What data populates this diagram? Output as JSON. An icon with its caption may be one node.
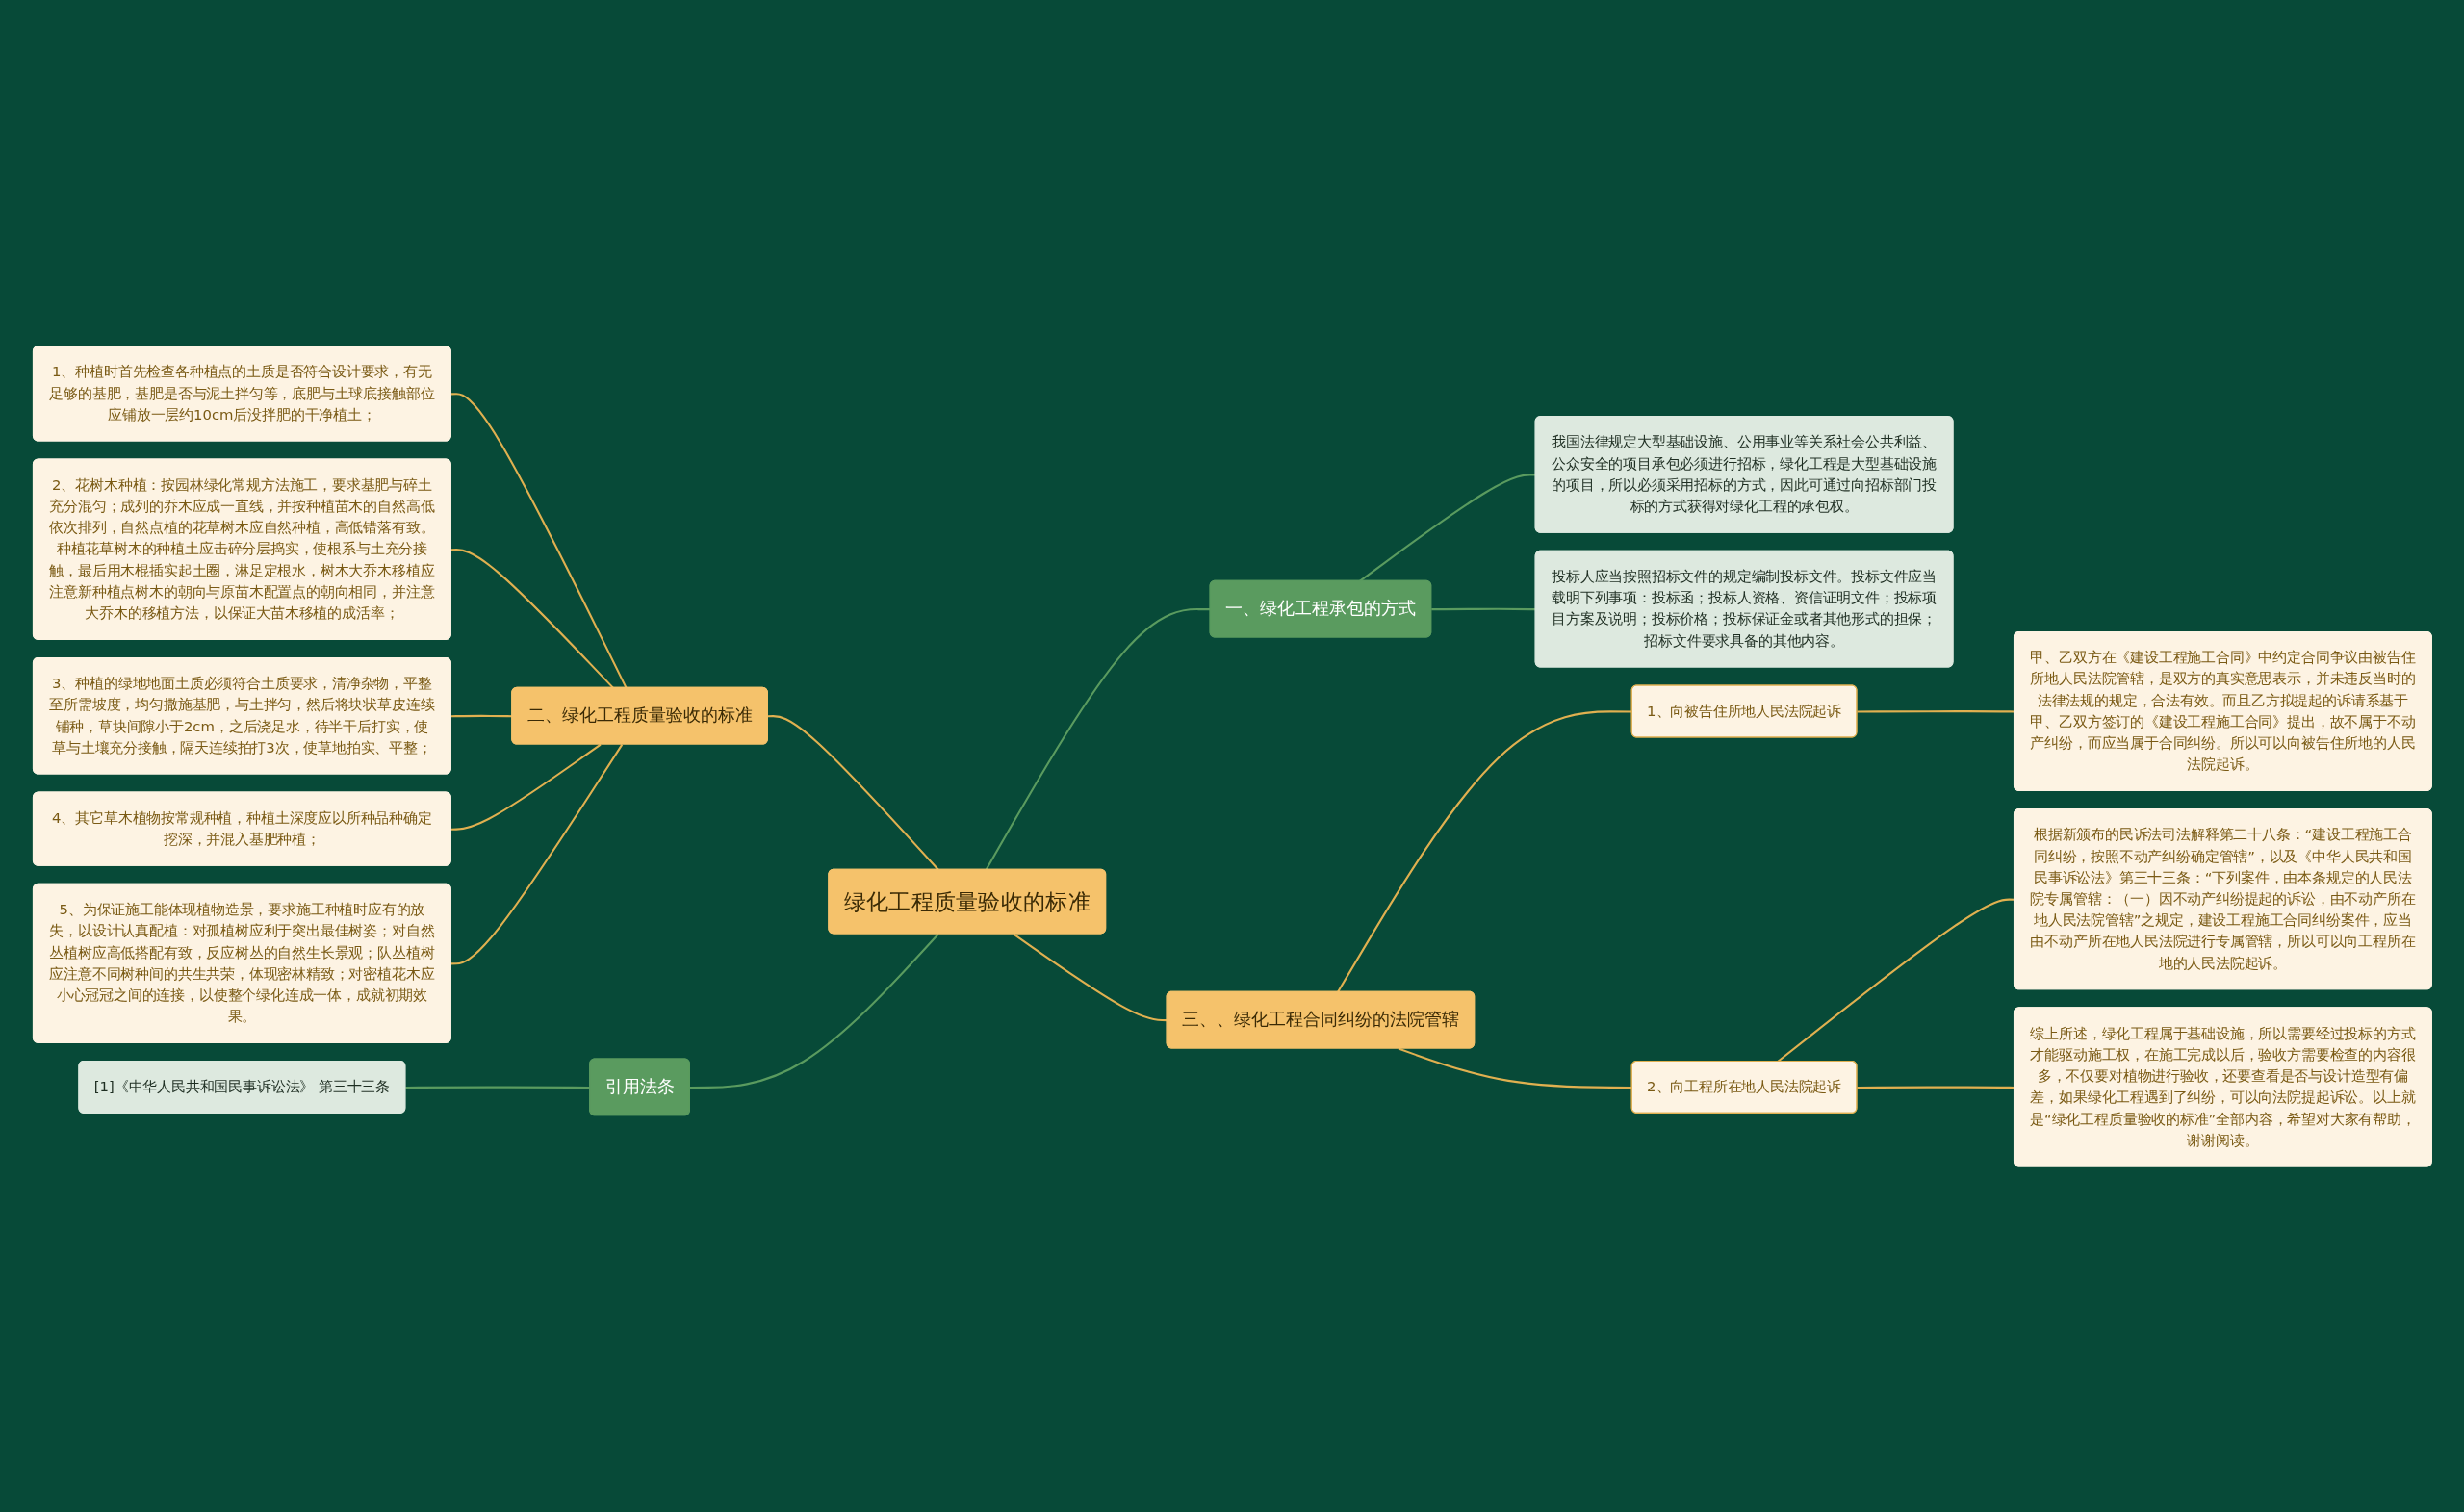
{
  "diagram": {
    "nodes": [
      {
        "text": [
          "绿化工程质量验收的标准"
        ]
      },
      {
        "text": [
          "二、绿化工程质量验收的标准"
        ]
      },
      {
        "text": [
          "1、种植时首先检查各种植点的土质是否符合设计要求，有无足够的基肥，基肥是否与泥土拌匀等，底肥与土球底接触部位应铺放一层约10cm后没拌肥的干净植土；"
        ]
      },
      {
        "text": [
          "2、花树木种植：按园林绿化常规方法施工，要求基肥与碎土充分混匀；成列的乔木应成一直线，并按种植苗木的自然高低依次排列，自然点植的花草树木应自然种植，高低错落有致。种植花草树木的种植土应击碎分层捣实，使根系与土充分接触，最后用木棍插实起土圈，淋足定根水，树木大乔木移植应注意新种植点树木的朝向与原苗木配置点的朝向相同，并注意大乔木的移植方法，以保证大苗木移植的成活率；"
        ]
      },
      {
        "text": [
          "3、种植的绿地地面土质必须符合土质要求，清净杂物，平整至所需坡度，均匀撒施基肥，与土拌匀，然后将块状草皮连续铺种，草块间隙小于2cm，之后浇足水，待半干后打实，使草与土壤充分接触，隔天连续拍打3次，使草地拍实、平整；"
        ]
      },
      {
        "text": [
          "4、其它草木植物按常规种植，种植土深度应以所种品种确定挖深，并混入基肥种植；"
        ]
      },
      {
        "text": [
          "5、为保证施工能体现植物造景，要求施工种植时应有的放失，以设计认真配植：对孤植树应利于突出最佳树姿；对自然丛植树应高低搭配有致，反应树丛的自然生长景观；队丛植树应注意不同树种间的共生共荣，体现密林精致；对密植花木应小心冠冠之间的连接，以使整个绿化连成一体，成就初期效果。"
        ]
      },
      {
        "text": [
          "引用法条"
        ]
      },
      {
        "text": [
          "[1]《中华人民共和国民事诉讼法》 第三十三条"
        ]
      },
      {
        "text": [
          "一、绿化工程承包的方式"
        ]
      },
      {
        "text": [
          "我国法律规定大型基础设施、公用事业等关系社会公共利益、公众安全的项目承包必须进行招标，绿化工程是大型基础设施的项目，所以必须采用招标的方式，因此可通过向招标部门投标的方式获得对绿化工程的承包权。"
        ]
      },
      {
        "text": [
          "投标人应当按照招标文件的规定编制投标文件。投标文件应当载明下列事项：投标函；投标人资格、资信证明文件；投标项目方案及说明；投标价格；投标保证金或者其他形式的担保；招标文件要求具备的其他内容。"
        ]
      },
      {
        "text": [
          "三、、绿化工程合同纠纷的法院管辖"
        ]
      },
      {
        "text": [
          "1、向被告住所地人民法院起诉"
        ]
      },
      {
        "text": [
          "甲、乙双方在《建设工程施工合同》中约定合同争议由被告住所地人民法院管辖，是双方的真实意思表示，并未违反当时的法律法规的规定，合法有效。而且乙方拟提起的诉请系基于甲、乙双方签订的《建设工程施工合同》提出，故不属于不动产纠纷，而应当属于合同纠纷。所以可以向被告住所地的人民法院起诉。"
        ]
      },
      {
        "text": [
          "2、向工程所在地人民法院起诉"
        ]
      },
      {
        "text": [
          "根据新颁布的民诉法司法解释第二十八条：“建设工程施工合同纠纷，按照不动产纠纷确定管辖”，以及《中华人民共和国民事诉讼法》第三十三条：“下列案件，由本条规定的人民法院专属管辖：（一）因不动产纠纷提起的诉讼，由不动产所在地人民法院管辖”之规定，建设工程施工合同纠纷案件，应当由不动产所在地人民法院进行专属管辖，所以可以向工程所在地的人民法院起诉。"
        ]
      },
      {
        "text": [
          "综上所述，绿化工程属于基础设施，所以需要经过投标的方式才能驱动施工权，在施工完成以后，验收方需要检查的内容很多，不仅要对植物进行验收，还要查看是否与设计造型有偏差，如果绿化工程遇到了纠纷，可以向法院提起诉讼。以上就是“绿化工程质量验收的标准”全部内容，希望对大家有帮助，谢谢阅读。"
        ]
      }
    ],
    "edges": [
      {
        "from": 0,
        "to": 1,
        "arrow": "none"
      },
      {
        "from": 1,
        "to": 2,
        "arrow": "none"
      },
      {
        "from": 1,
        "to": 3,
        "arrow": "none"
      },
      {
        "from": 1,
        "to": 4,
        "arrow": "none"
      },
      {
        "from": 1,
        "to": 5,
        "arrow": "none"
      },
      {
        "from": 1,
        "to": 6,
        "arrow": "none"
      },
      {
        "from": 0,
        "to": 7,
        "arrow": "none",
        "color": "#5a9b5f"
      },
      {
        "from": 7,
        "to": 8,
        "arrow": "none",
        "color": "#5a9b5f"
      },
      {
        "from": 0,
        "to": 9,
        "arrow": "none",
        "color": "#5a9b5f"
      },
      {
        "from": 9,
        "to": 10,
        "arrow": "none",
        "color": "#5a9b5f"
      },
      {
        "from": 9,
        "to": 11,
        "arrow": "none",
        "color": "#5a9b5f"
      },
      {
        "from": 0,
        "to": 12,
        "arrow": "none"
      },
      {
        "from": 12,
        "to": 13,
        "arrow": "none"
      },
      {
        "from": 13,
        "to": 14,
        "arrow": "none"
      },
      {
        "from": 12,
        "to": 15,
        "arrow": "none"
      },
      {
        "from": 15,
        "to": 16,
        "arrow": "none"
      },
      {
        "from": 15,
        "to": 17,
        "arrow": "none"
      }
    ]
  }
}
